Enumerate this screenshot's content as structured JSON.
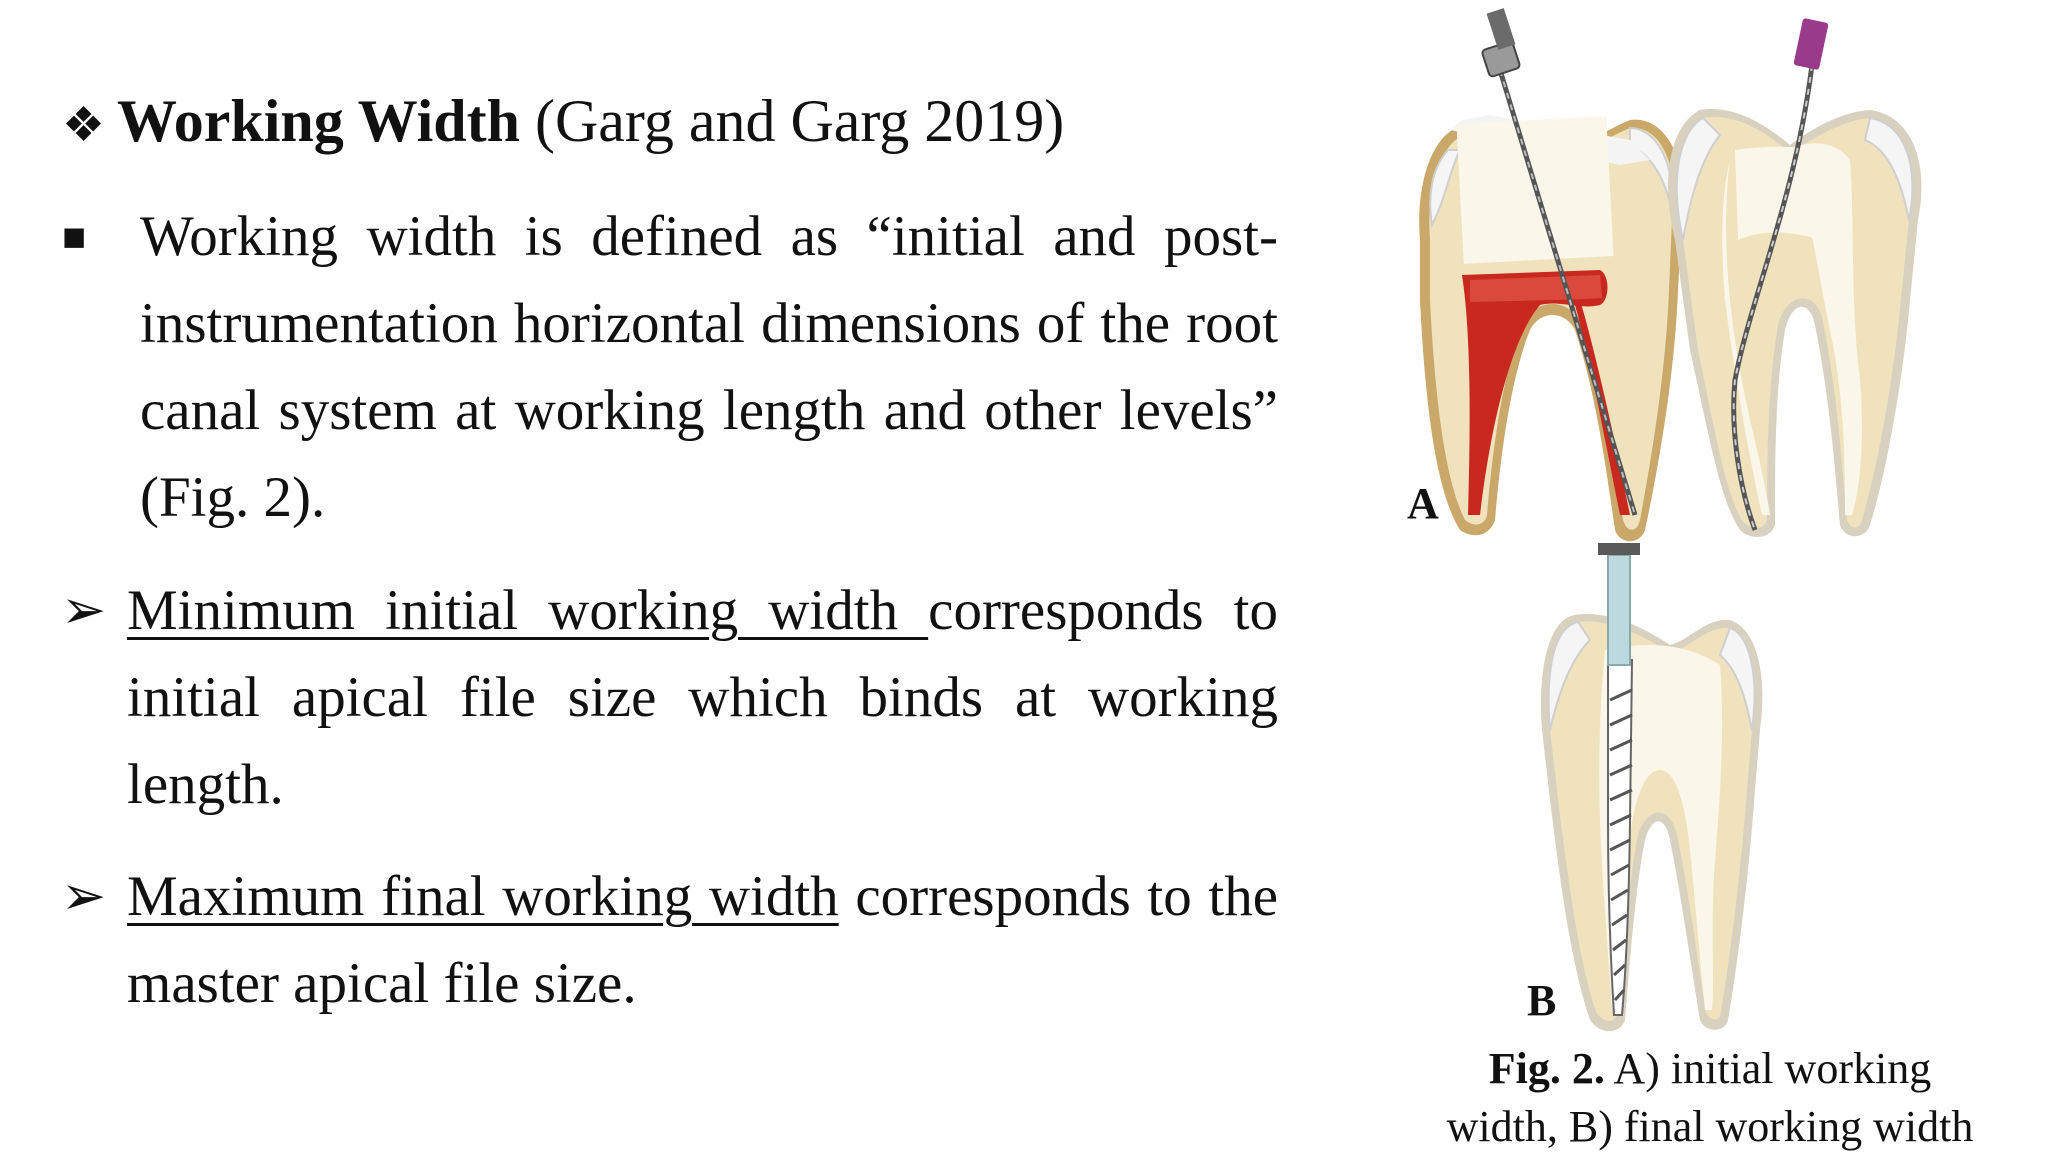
{
  "heading": {
    "bullet": "❖",
    "title": "Working Width",
    "citation": "(Garg and Garg 2019)"
  },
  "definition": {
    "bullet": "■",
    "text": "Working width is defined as “initial and post-instrumentation horizontal dimensions of the root canal system at working length and other levels” (Fig. 2)."
  },
  "minimum": {
    "bullet": "➢",
    "term": "Minimum initial working width ",
    "text": "corresponds to initial apical file size which binds at working length."
  },
  "maximum": {
    "bullet": "➢",
    "term": "Maximum final working width",
    "text": " corresponds to the master apical file size."
  },
  "figure": {
    "label_a": "A",
    "label_b": "B",
    "caption_bold": "Fig. 2.",
    "caption_line1": " A) initial working",
    "caption_line2": "width, B) final working width"
  },
  "colors": {
    "enamel": "#f2f2f2",
    "dentin": "#efe2bc",
    "pulp": "#c8281e",
    "canal": "#fbf6ea",
    "file_handle": "#9a3a8a",
    "gutta_percha": "#bcd9e0"
  }
}
